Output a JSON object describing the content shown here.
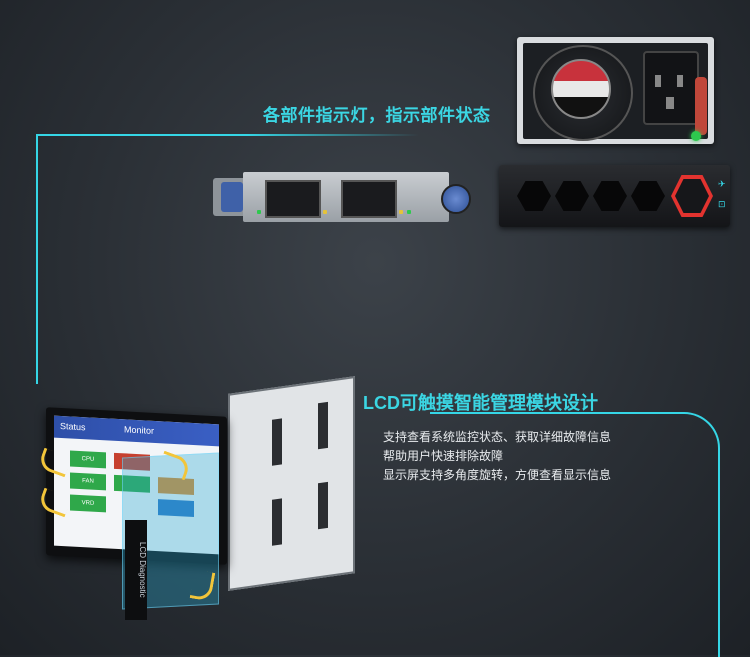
{
  "caption_top": "各部件指示灯，指示部件状态",
  "caption_lcd": "LCD可触摸智能管理模块设计",
  "description_lines": [
    "支持查看系统监控状态、获取详细故障信息",
    "帮助用户快速排除故障",
    "显示屏支持多角度旋转，方便查看显示信息"
  ],
  "lcd_screen": {
    "tab_status": "Status",
    "tab_monitor": "Monitor",
    "tile_labels": [
      "CPU",
      "FAN",
      "VRD"
    ],
    "side_tag": "LCD Diagnostic"
  },
  "colors": {
    "accent": "#35d6e6",
    "psu_led": "#2ec94e",
    "hex_led": "#e3332f",
    "card_tab": "#3f61a8"
  }
}
